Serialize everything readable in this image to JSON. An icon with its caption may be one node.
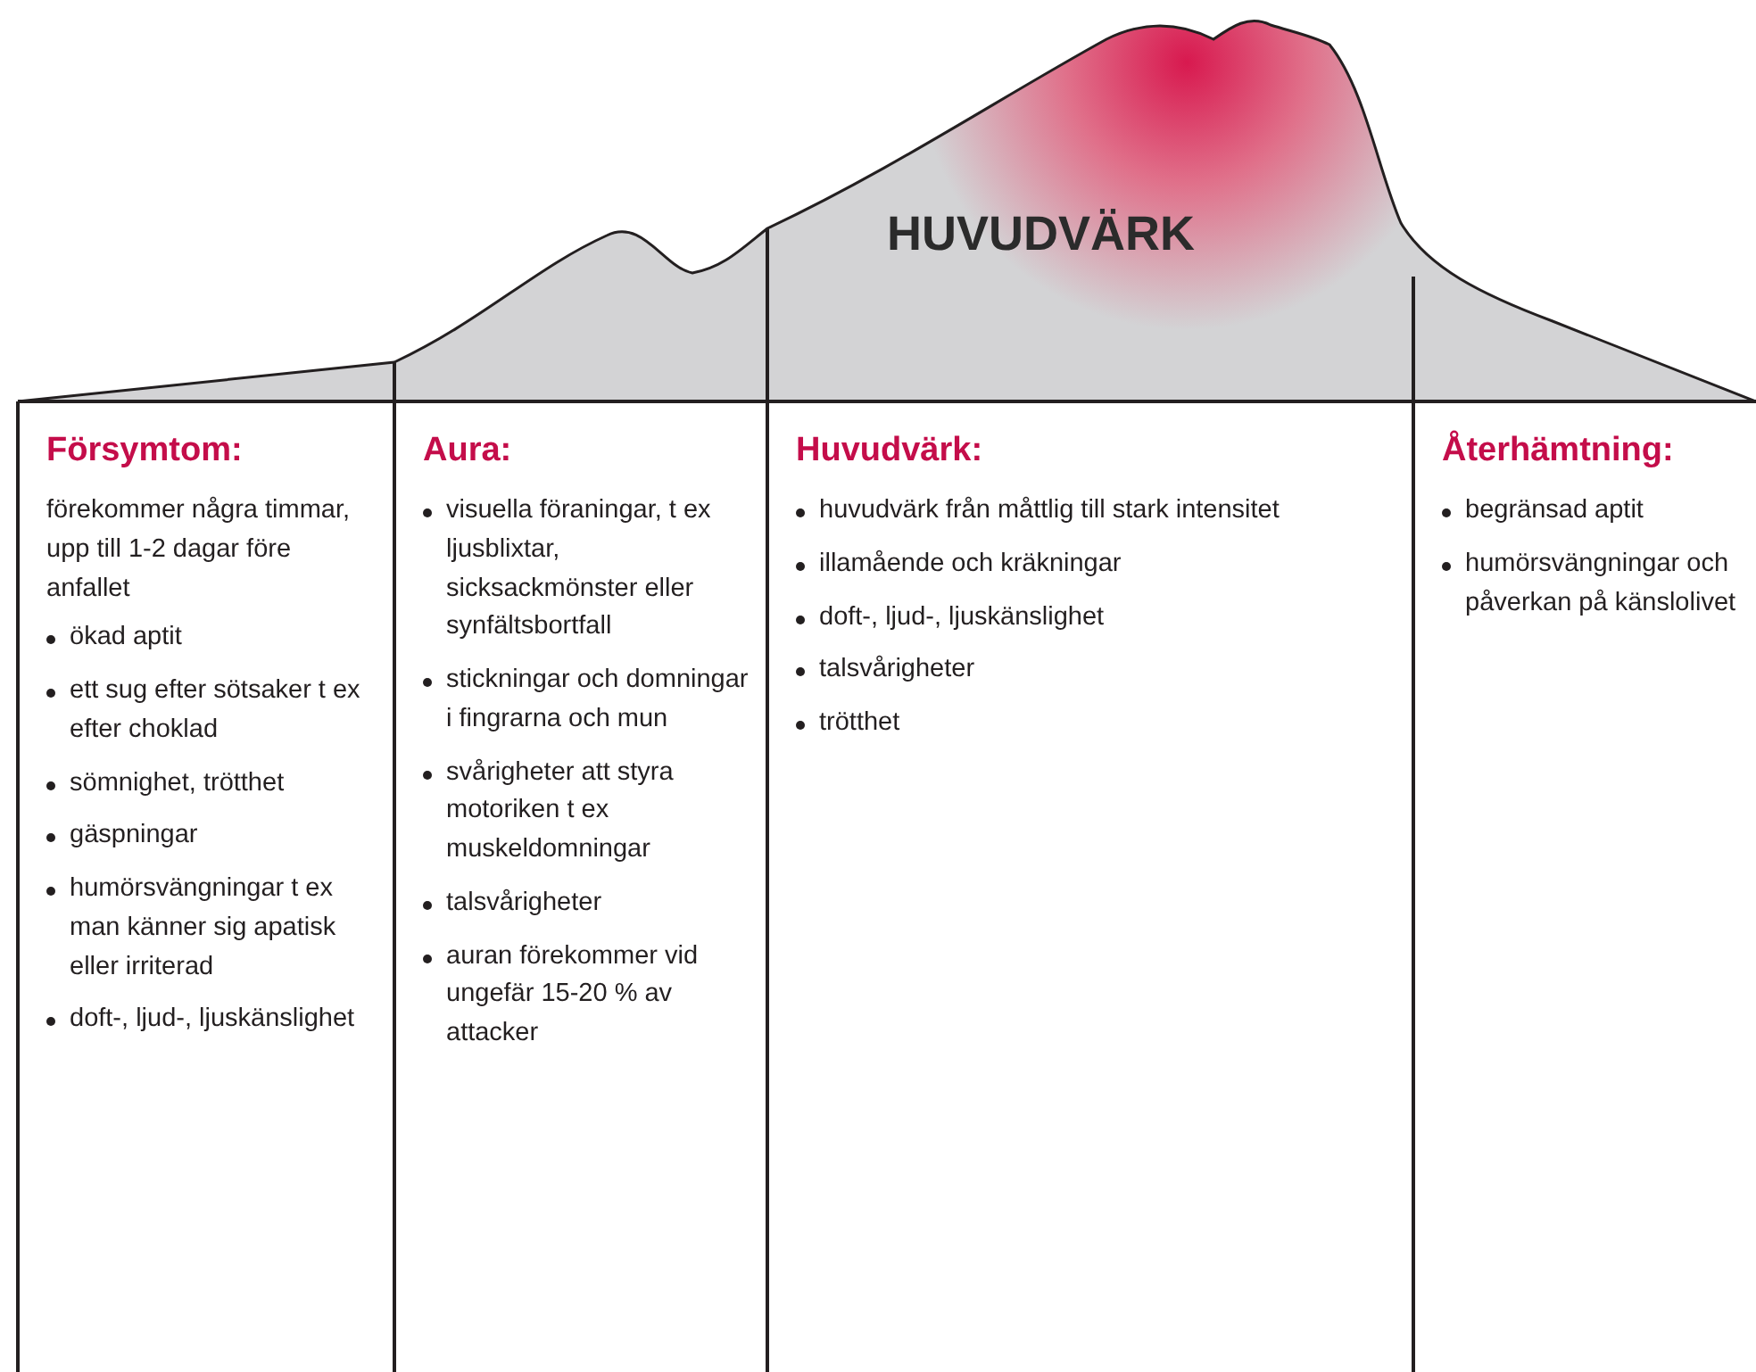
{
  "diagram": {
    "nodes": [
      {
        "text": [
          "HUVUDVÄRK"
        ]
      },
      {
        "text": [
          "Försymtom:",
          "förekommer några timmar, upp till 1-2 dagar före anfallet",
          "ökad aptit",
          "ett sug efter sötsaker t ex efter choklad",
          "sömnighet, trötthet",
          "gäspningar",
          "humörsvängningar t ex man känner sig apatisk eller irriterad",
          "doft-, ljud-, ljuskänslighet"
        ]
      },
      {
        "text": [
          "Aura:",
          "visuella föraningar, t ex ljusblixtar, sicksackmönster eller synfältsbortfall",
          "stickningar och domningar i fingrarna och mun",
          "svårigheter att styra motoriken t ex muskeldomningar",
          "talsvårigheter",
          "auran förekommer vid ungefär 15-20 % av attacker"
        ]
      },
      {
        "text": [
          "Huvudvärk:",
          "huvudvärk från måttlig till stark intensitet",
          "illamående och kräkningar",
          "doft-, ljud-, ljuskänslighet",
          "talsvårigheter",
          "trötthet"
        ]
      },
      {
        "text": [
          "Återhämtning:",
          "begränsad aptit",
          "humörsvängningar och påverkan på känslolivet"
        ]
      }
    ],
    "edges": []
  }
}
